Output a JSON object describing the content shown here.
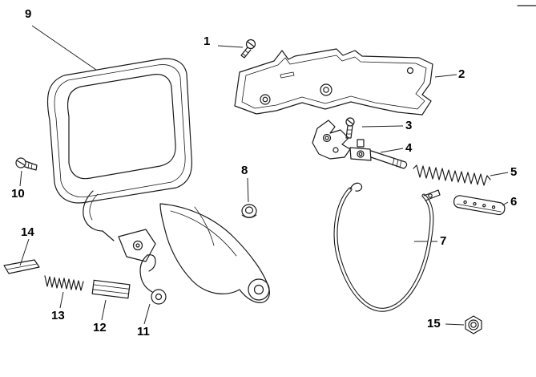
{
  "figure": {
    "type": "exploded-parts-diagram",
    "colors": {
      "ink": "#1a1a1a",
      "background": "#ffffff"
    },
    "parts": [
      {
        "label": "1"
      },
      {
        "label": "2"
      },
      {
        "label": "3"
      },
      {
        "label": "4"
      },
      {
        "label": "5"
      },
      {
        "label": "6"
      },
      {
        "label": "7"
      },
      {
        "label": "8"
      },
      {
        "label": "9"
      },
      {
        "label": "10"
      },
      {
        "label": "11"
      },
      {
        "label": "12"
      },
      {
        "label": "13"
      },
      {
        "label": "14"
      },
      {
        "label": "15"
      }
    ]
  }
}
